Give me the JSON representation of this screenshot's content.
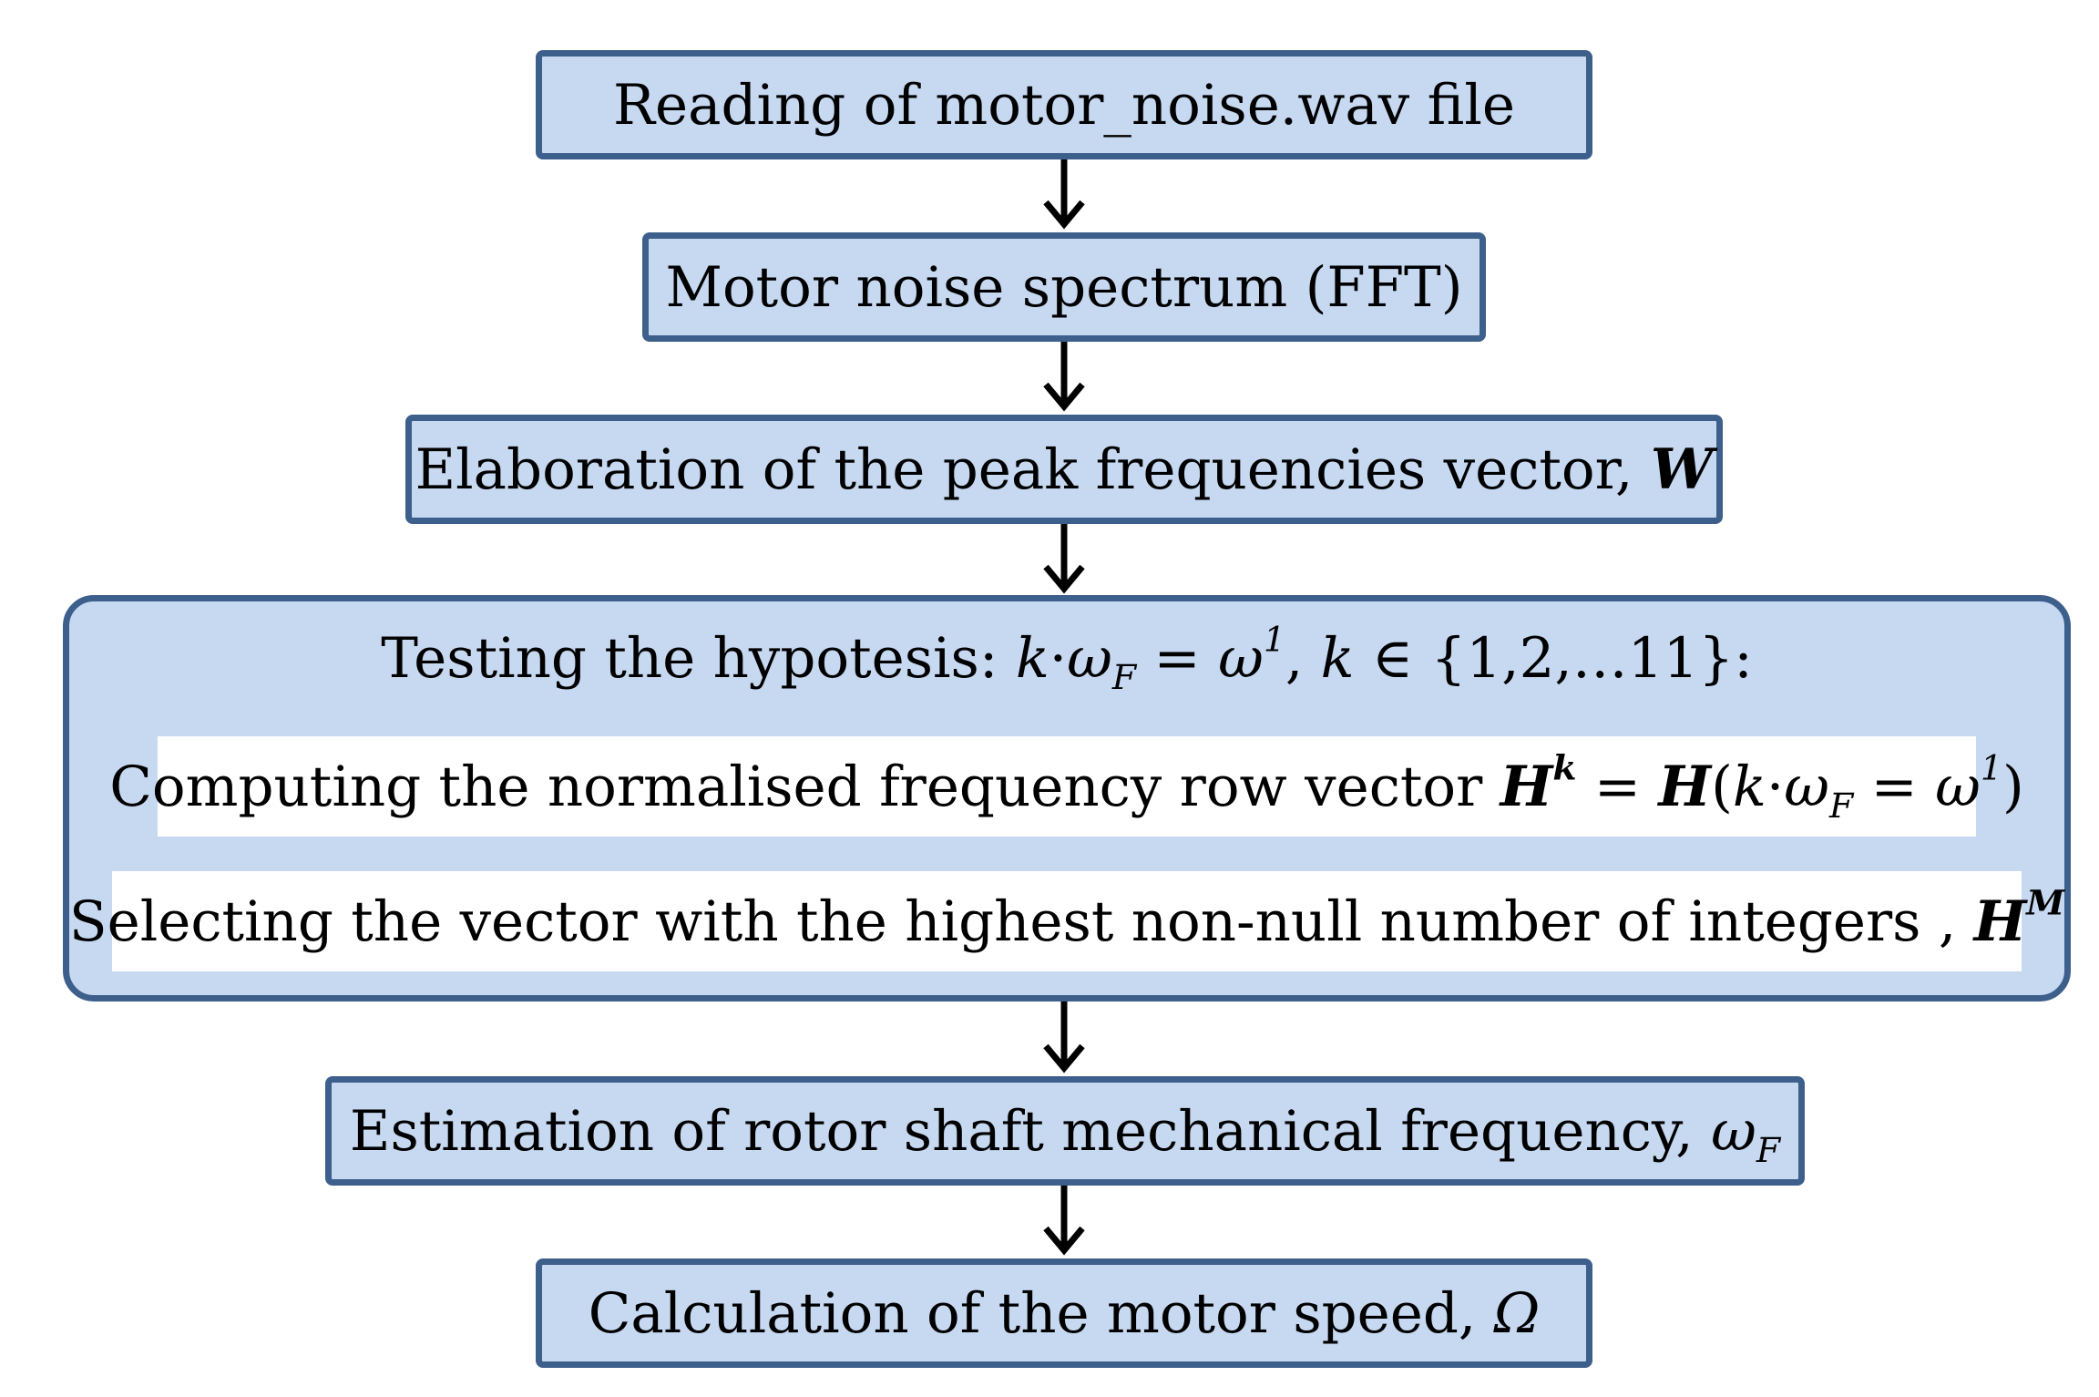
{
  "steps": {
    "read": "Reading of motor_noise.wav file",
    "fft": "Motor noise spectrum (FFT)",
    "peaks": {
      "text": "Elaboration of the peak frequencies vector, ",
      "symbol": "W"
    },
    "hypothesis": {
      "prefix": "Testing the hypotesis: ",
      "k": "k",
      "dot": "·",
      "omega": "ω",
      "sub_F": "F",
      "eq": " = ",
      "omega2": "ω",
      "sup_1": "1",
      "comma": ", ",
      "k2": "k",
      "set": " ∈ {1,2,…11}:"
    },
    "computing": {
      "text": "Computing the normalised frequency row vector ",
      "H": "H",
      "sup_k": "k",
      "eq": " = ",
      "H2": "H",
      "open": "(",
      "k": "k",
      "dot": "·",
      "omega": "ω",
      "sub_F": "F",
      "eq2": " = ",
      "omega2": "ω",
      "sup_1": "1",
      "close": ")"
    },
    "selecting": {
      "text": "Selecting the vector with the highest non-null number of integers , ",
      "H": "H",
      "sup_M": "M"
    },
    "estimation": {
      "text": "Estimation of rotor shaft mechanical frequency, ",
      "omega": "ω",
      "sub_F": "F"
    },
    "calculation": {
      "text": "Calculation of the motor speed, ",
      "symbol": "Ω"
    }
  },
  "colors": {
    "box_fill": "#c6d9f1",
    "box_border": "#3d5f8c",
    "arrow": "#000000"
  }
}
